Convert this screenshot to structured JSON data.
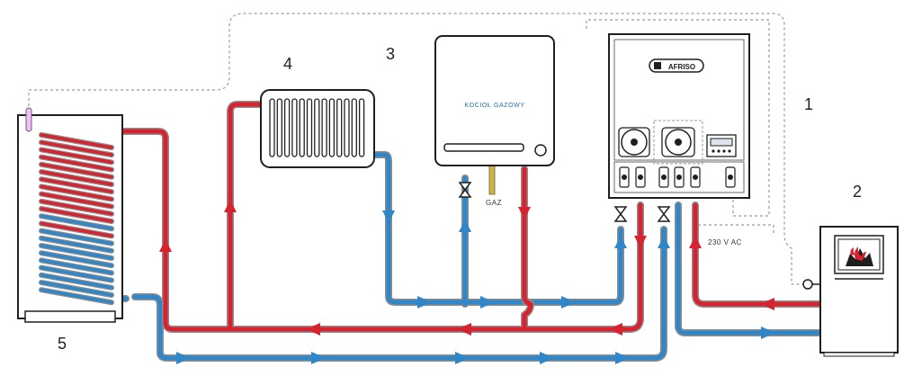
{
  "labels": {
    "station": "1",
    "solid_fuel_boiler": "2",
    "gas_boiler": "3",
    "radiator": "4",
    "water_tank": "5"
  },
  "gas_boiler_caption": "KOCIOŁ GAZOWY",
  "gas_label": "GAZ",
  "voltage_label": "230 V AC",
  "brand_logo": "AFRISO",
  "colors": {
    "supply": "#d7232f",
    "return": "#2f86c9",
    "pipe_outline": "#8d8d8d",
    "outline": "#1f1f1f",
    "dashed_line": "#9a9a9a",
    "gas_pipe": "#c9b34a"
  }
}
